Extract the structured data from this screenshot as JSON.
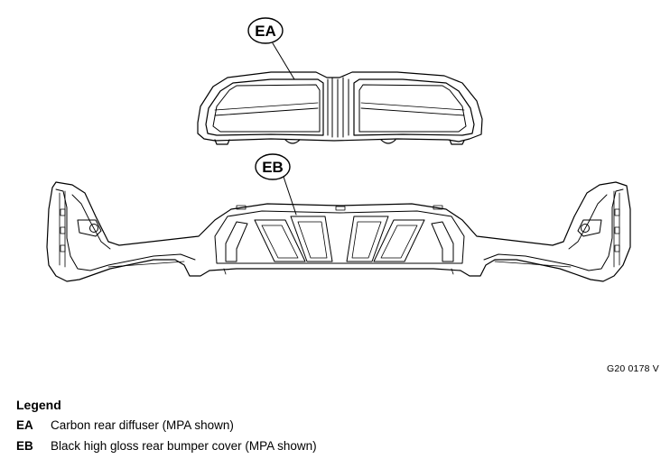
{
  "callouts": {
    "ea": "EA",
    "eb": "EB"
  },
  "figure_ref": "G20 0178 V",
  "legend": {
    "title": "Legend",
    "items": [
      {
        "code": "EA",
        "text": "Carbon rear diffuser (MPA shown)"
      },
      {
        "code": "EB",
        "text": "Black high gloss rear bumper cover (MPA shown)"
      }
    ]
  }
}
